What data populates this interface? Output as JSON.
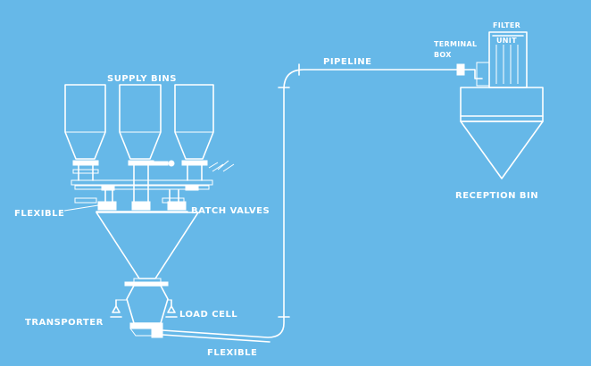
{
  "colors": {
    "background": "#66b8e8",
    "ink": "#ffffff"
  },
  "labels": {
    "supply_bins": "SUPPLY BINS",
    "flexible_top": "FLEXIBLE",
    "batch_valves": "BATCH VALVES",
    "transporter": "TRANSPORTER",
    "load_cell": "LOAD CELL",
    "flexible_bottom": "FLEXIBLE",
    "pipeline": "PIPELINE",
    "terminal": "TERMINAL",
    "box": "BOX",
    "filter": "FILTER",
    "unit": "UNIT",
    "reception_bin": "RECEPTION BIN"
  }
}
